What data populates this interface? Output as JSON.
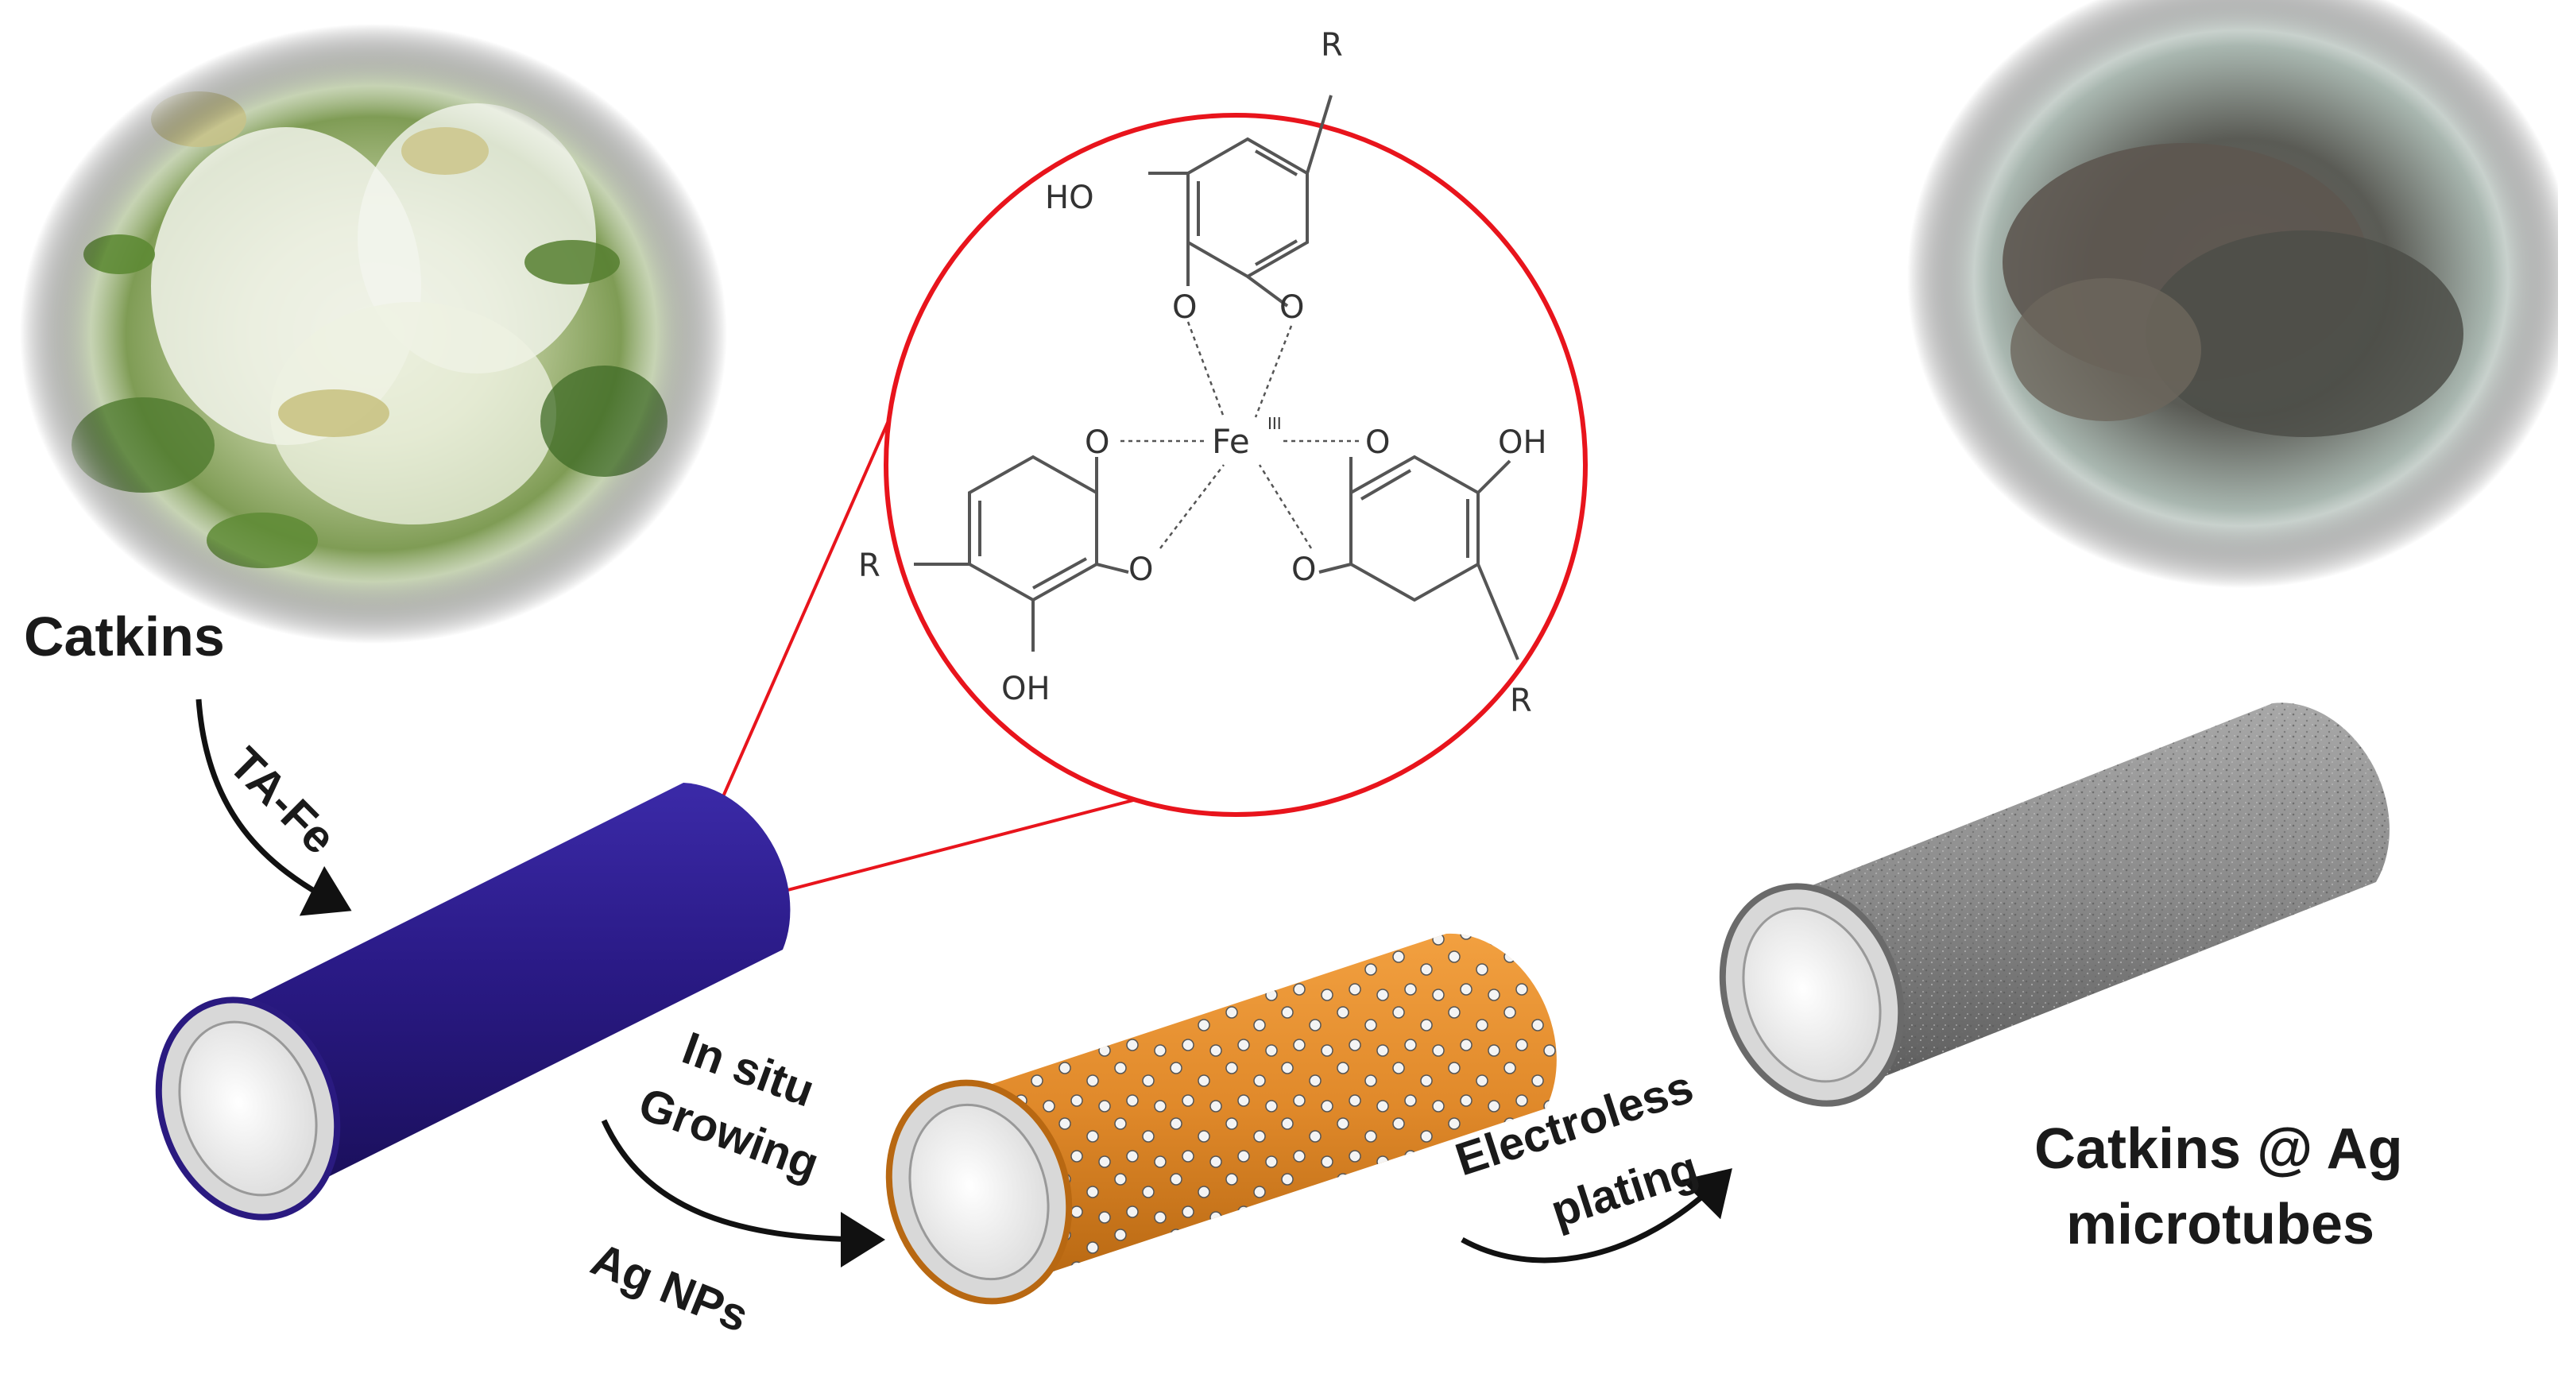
{
  "labels": {
    "catkins": "Catkins",
    "ta_fe": "TA-Fe",
    "in_situ": "In situ",
    "growing": "Growing",
    "ag_nps": "Ag NPs",
    "electroless": "Electroless",
    "plating": "plating",
    "product_line1": "Catkins @ Ag",
    "product_line2": "microtubes"
  },
  "chem": {
    "r_top": "R",
    "r_left": "R",
    "r_right": "R",
    "ho_top": "HO",
    "oh_right": "OH",
    "oh_bottom": "OH",
    "o": "O",
    "fe": "Fe",
    "fe_ox": "III"
  },
  "colors": {
    "ta_fe_tube": "#2a1a80",
    "ag_np_tube": "#e08a2a",
    "ag_tube": "#8a8a8a",
    "zoom_circle": "#e8141c",
    "arrow": "#111111"
  }
}
